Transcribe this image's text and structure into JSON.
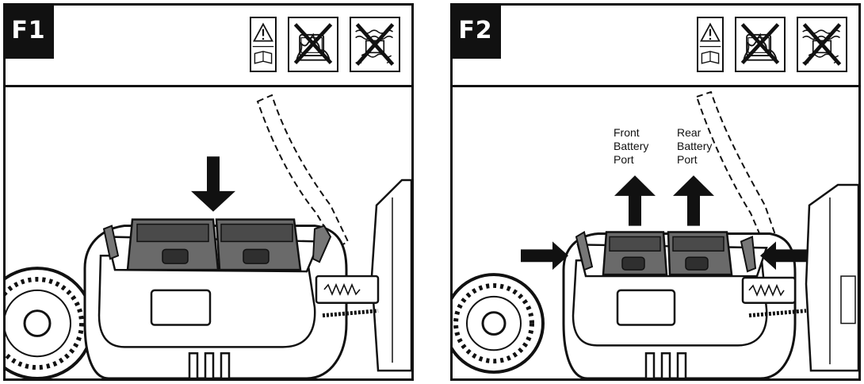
{
  "panels": [
    {
      "label": "F1",
      "icons": [
        "warning-read-manual-icon",
        "no-fire-icon",
        "no-water-icon"
      ]
    },
    {
      "label": "F2",
      "icons": [
        "warning-read-manual-icon",
        "no-fire-icon",
        "no-water-icon"
      ],
      "callouts": {
        "front": {
          "line1": "Front",
          "line2": "Battery",
          "line3": "Port"
        },
        "rear": {
          "line1": "Rear",
          "line2": "Battery",
          "line3": "Port"
        }
      }
    }
  ],
  "colors": {
    "ink": "#111111",
    "battery": "#5f5f5f",
    "battery_dark": "#3c3c3c",
    "paper": "#ffffff"
  }
}
